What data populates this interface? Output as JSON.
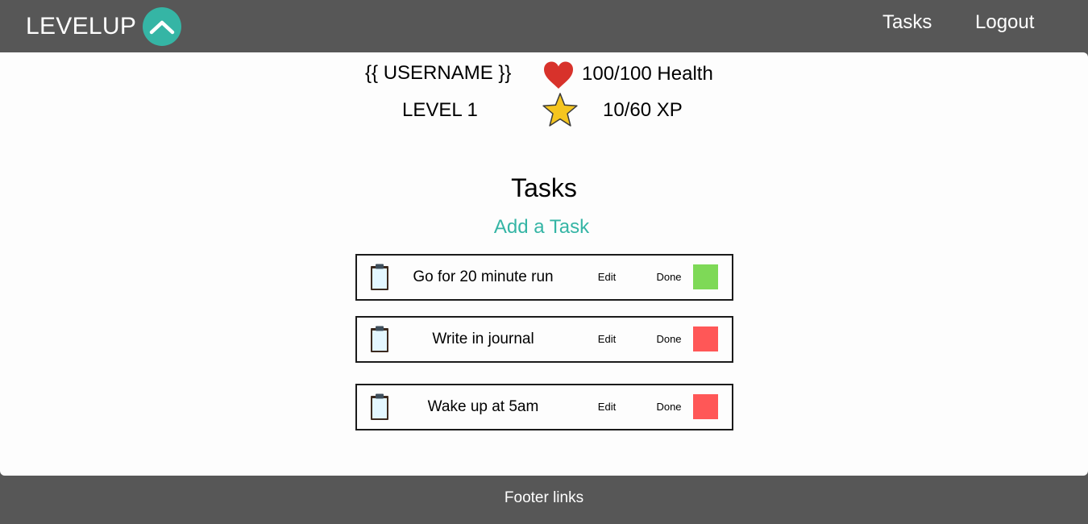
{
  "header": {
    "brand": "LEVELUP",
    "logo_icon": "chevron-up-icon",
    "nav": [
      {
        "label": "Tasks"
      },
      {
        "label": "Logout"
      }
    ]
  },
  "stats": {
    "username": "{{ USERNAME }}",
    "level": "LEVEL 1",
    "health": "100/100 Health",
    "health_icon": "heart-icon",
    "xp": "10/60 XP",
    "xp_icon": "star-icon"
  },
  "tasks_section": {
    "title": "Tasks",
    "add_label": "Add a Task",
    "items": [
      {
        "label": "Go for 20 minute run",
        "edit": "Edit",
        "done": "Done",
        "status_color": "#7ed957",
        "icon": "clipboard-icon"
      },
      {
        "label": "Write in journal",
        "edit": "Edit",
        "done": "Done",
        "status_color": "#ff5757",
        "icon": "clipboard-icon"
      },
      {
        "label": "Wake up at 5am",
        "edit": "Edit",
        "done": "Done",
        "status_color": "#ff5757",
        "icon": "clipboard-icon"
      }
    ]
  },
  "footer": {
    "links_label": "Footer links"
  },
  "colors": {
    "chrome": "#575757",
    "accent": "#35b5a5",
    "complete": "#7ed957",
    "incomplete": "#ff5757"
  }
}
